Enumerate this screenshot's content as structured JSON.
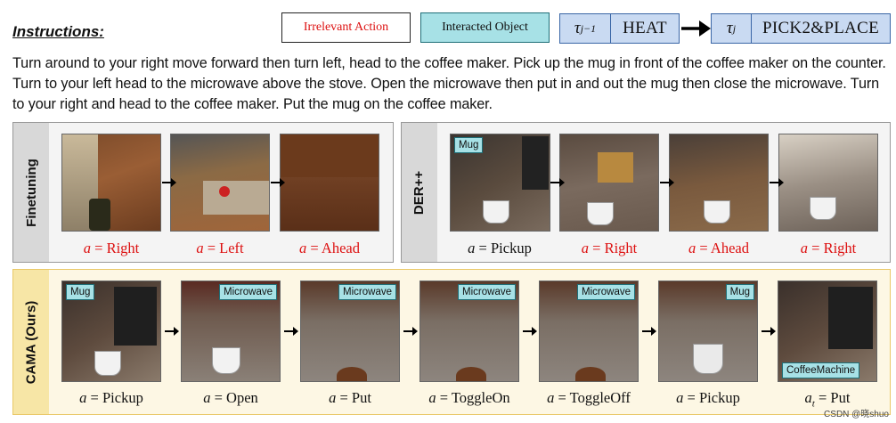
{
  "header": {
    "instructions_title": "Instructions:",
    "legend": {
      "irrelevant_action": "Irrelevant Action",
      "interacted_object": "Interacted Object"
    },
    "task_prev": {
      "symbol": "τ",
      "subscript": "j−1",
      "name": "HEAT"
    },
    "task_cur": {
      "symbol": "τ",
      "subscript": "j",
      "name": "PICK2&PLACE"
    }
  },
  "instructions": "Turn around to your right move forward then turn left, head to the coffee maker. Pick up the mug in front of the coffee maker on the counter. Turn to your left head to the microwave above the stove. Open the microwave then put in and out the mug then close the microwave. Turn to your right and head to the coffee maker. Put the mug on the coffee maker.",
  "finetuning": {
    "label": "Finetuning",
    "steps": [
      {
        "var": "a",
        "action": "Right"
      },
      {
        "var": "a",
        "action": "Left"
      },
      {
        "var": "a",
        "action": "Ahead"
      }
    ]
  },
  "der": {
    "label": "DER++",
    "steps": [
      {
        "var": "a",
        "action": "Pickup",
        "tag": "Mug"
      },
      {
        "var": "a",
        "action": "Right"
      },
      {
        "var": "a",
        "action": "Ahead"
      },
      {
        "var": "a",
        "action": "Right"
      }
    ]
  },
  "cama": {
    "label": "CAMA (Ours)",
    "steps": [
      {
        "var": "a",
        "action": "Pickup",
        "tag": "Mug"
      },
      {
        "var": "a",
        "action": "Open",
        "tag": "Microwave"
      },
      {
        "var": "a",
        "action": "Put",
        "tag": "Microwave"
      },
      {
        "var": "a",
        "action": "ToggleOn",
        "tag": "Microwave"
      },
      {
        "var": "a",
        "action": "ToggleOff",
        "tag": "Microwave"
      },
      {
        "var": "a",
        "action": "Pickup",
        "tag": "Mug"
      },
      {
        "var": "a",
        "sub": "t",
        "action": "Put",
        "tag": "CoffeeMachine"
      }
    ]
  },
  "watermark": "CSDN @晓shuo",
  "colors": {
    "irrelevant": "#dd1111",
    "interacted": "#a7e1e6",
    "task": "#c9daf2",
    "cama_bg": "#fdf7e4"
  }
}
